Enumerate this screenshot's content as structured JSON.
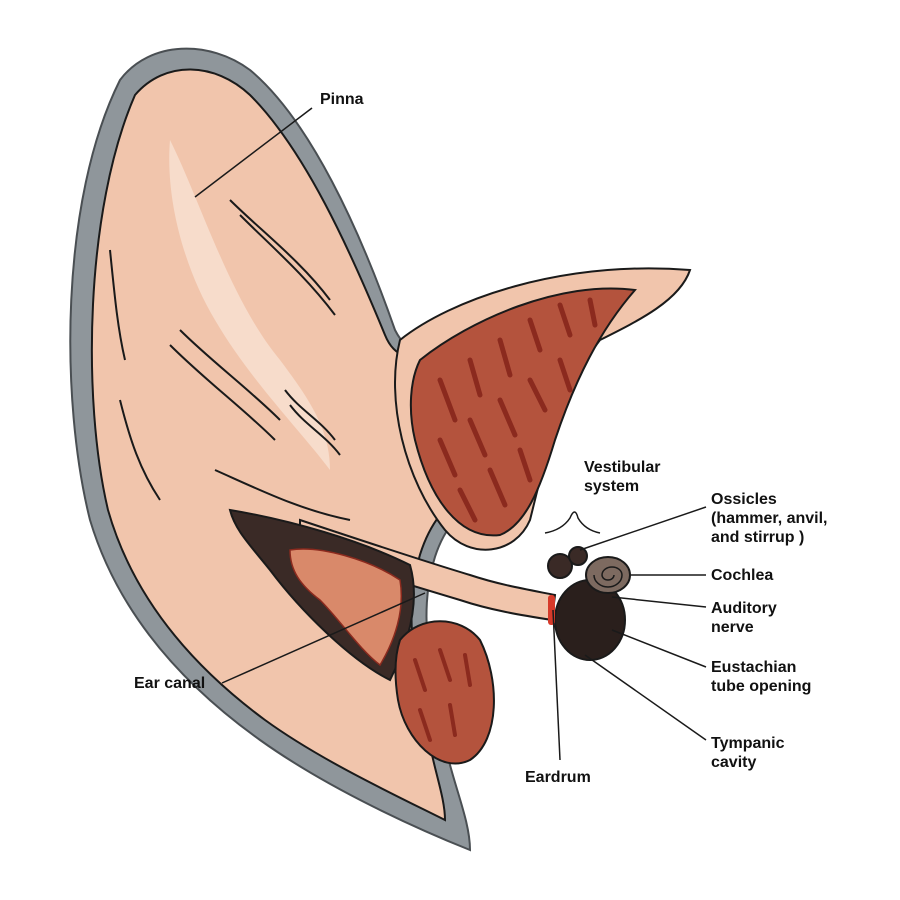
{
  "diagram": {
    "colors": {
      "skin": "#f1c5ac",
      "skin_light": "#f7dccb",
      "fur": "#8f969b",
      "muscle": "#b4533d",
      "muscle_dark": "#8b2a1e",
      "ink": "#1a1a1a",
      "eardrum": "#d63a2a"
    },
    "labels": {
      "pinna": "Pinna",
      "vestibular_system": [
        "Vestibular",
        "system"
      ],
      "ossicles": [
        "Ossicles",
        "(hammer, anvil,",
        "and stirrup )"
      ],
      "cochlea": "Cochlea",
      "auditory_nerve": [
        "Auditory",
        "nerve"
      ],
      "eustachian_tube_opening": [
        "Eustachian",
        "tube opening"
      ],
      "tympanic_cavity": [
        "Tympanic",
        "cavity"
      ],
      "ear_canal": "Ear canal",
      "eardrum": "Eardrum"
    }
  }
}
